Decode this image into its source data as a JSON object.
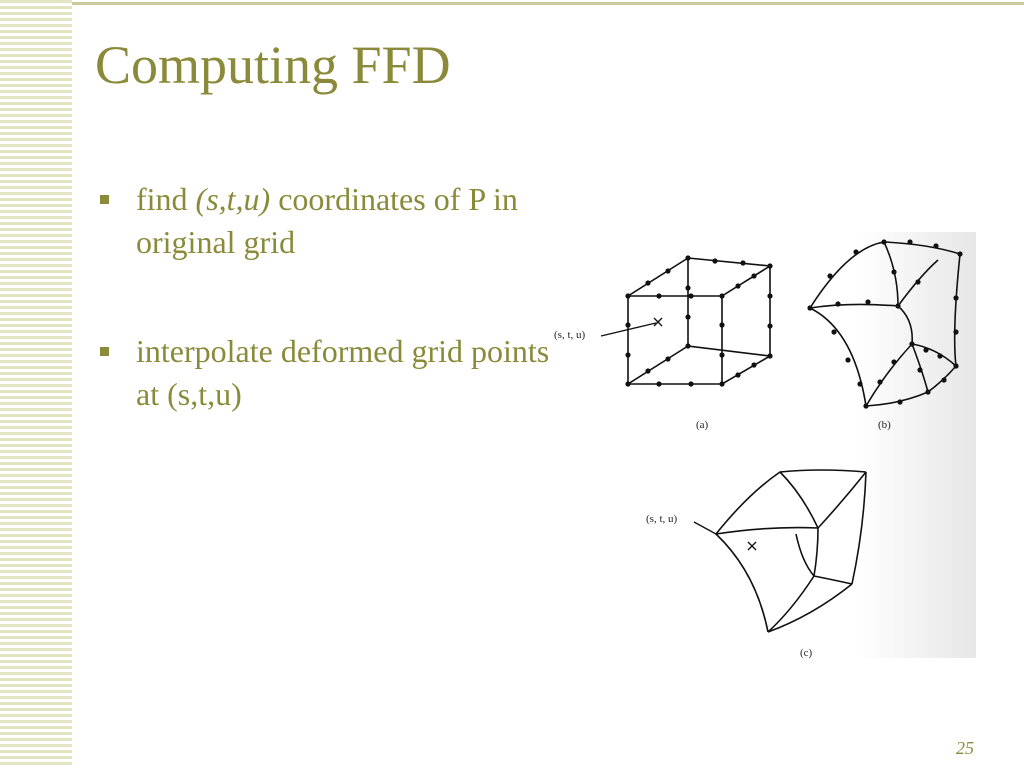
{
  "slide": {
    "title": "Computing FFD",
    "bullets": [
      {
        "pre": "find ",
        "emph": "(s,t,u)",
        "post": " coordinates of P in original grid"
      },
      {
        "text": "interpolate deformed grid points at (s,t,u)"
      }
    ],
    "page_number": "25"
  },
  "figure": {
    "label_point_a": "(s, t, u)",
    "label_point_c": "(s, t, u)",
    "caption_a": "(a)",
    "caption_b": "(b)",
    "caption_c": "(c)"
  },
  "colors": {
    "accent": "#8a8a3a",
    "stripe": "#e4e4c2",
    "rule": "#c9c99a"
  }
}
